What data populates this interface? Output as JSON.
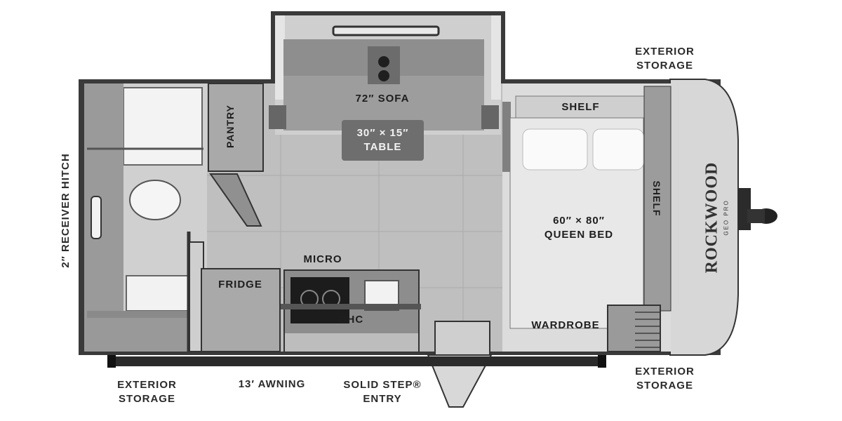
{
  "labels": {
    "exterior_storage_top": [
      "EXTERIOR",
      "STORAGE"
    ],
    "exterior_storage_bottom_right": [
      "EXTERIOR",
      "STORAGE"
    ],
    "exterior_storage_bottom_left": [
      "EXTERIOR",
      "STORAGE"
    ],
    "receiver_hitch": "2″ RECEIVER HITCH",
    "pantry": "PANTRY",
    "sofa": "72″ SOFA",
    "table": [
      "30″ × 15″",
      "TABLE"
    ],
    "shelf_top": "SHELF",
    "shelf_side": "SHELF",
    "bed": [
      "60″ × 80″",
      "QUEEN BED"
    ],
    "micro": "MICRO",
    "fridge": "FRIDGE",
    "ohc": "OHC",
    "wardrobe": "WARDROBE",
    "awning": "13′ AWNING",
    "entry": [
      "SOLID STEP®",
      "ENTRY"
    ]
  },
  "brand": {
    "name": "ROCKWOOD",
    "subname": "GEO PRO"
  },
  "colors": {
    "wall": "#2b2b2b",
    "floor": "#bdbdbd",
    "sofa": "#8e8e8e",
    "cushion": "#6f6f6f",
    "cabinet": "#a9a9a9",
    "bed": "#d9d9d9"
  }
}
